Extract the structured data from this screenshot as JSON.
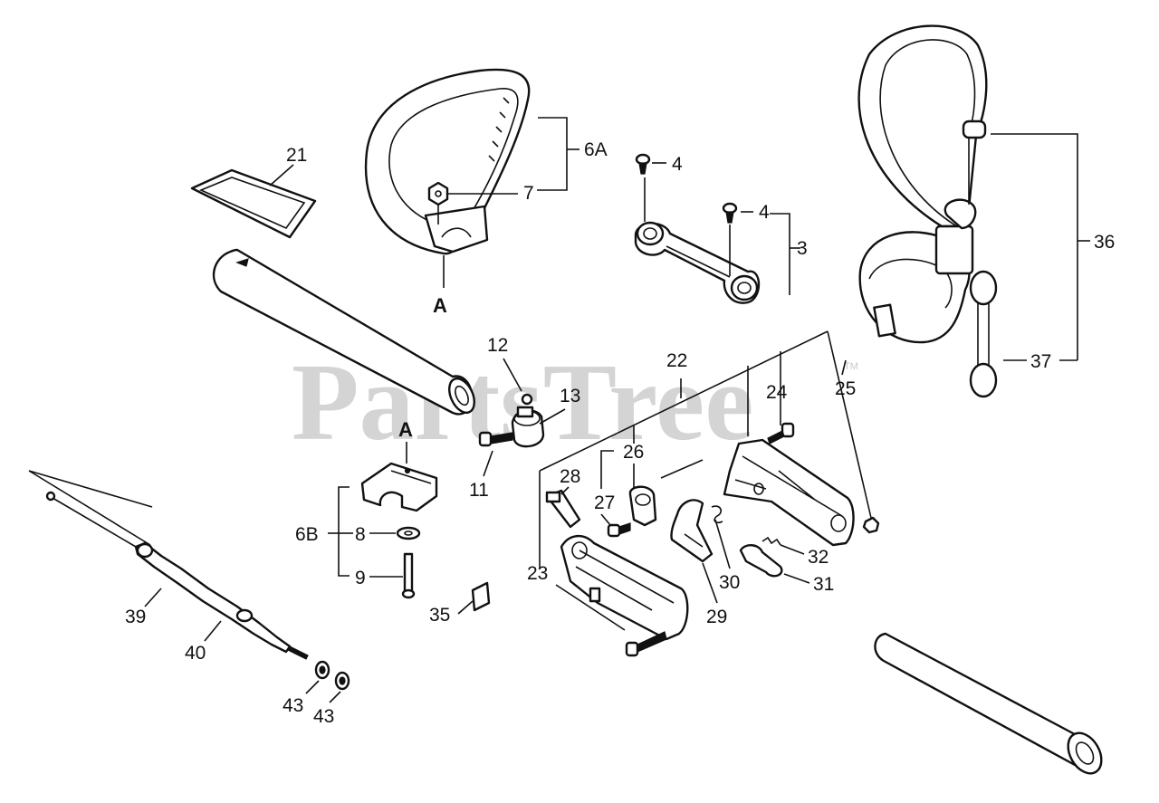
{
  "watermark": {
    "text": "PartsTree",
    "trademark": "TM"
  },
  "callouts": {
    "c21": "21",
    "c6A": "6A",
    "c7": "7",
    "cA_top": "A",
    "c4a": "4",
    "c4b": "4",
    "c3": "3",
    "c36": "36",
    "c37": "37",
    "c12": "12",
    "c13": "13",
    "c11": "11",
    "c22": "22",
    "c24": "24",
    "c25": "25",
    "cA_mid": "A",
    "c26": "26",
    "c28": "28",
    "c27": "27",
    "c6B": "6B",
    "c8": "8",
    "c9": "9",
    "c23": "23",
    "c30": "30",
    "c32": "32",
    "c31": "31",
    "c29": "29",
    "c35": "35",
    "c39": "39",
    "c40": "40",
    "c43a": "43",
    "c43b": "43"
  }
}
